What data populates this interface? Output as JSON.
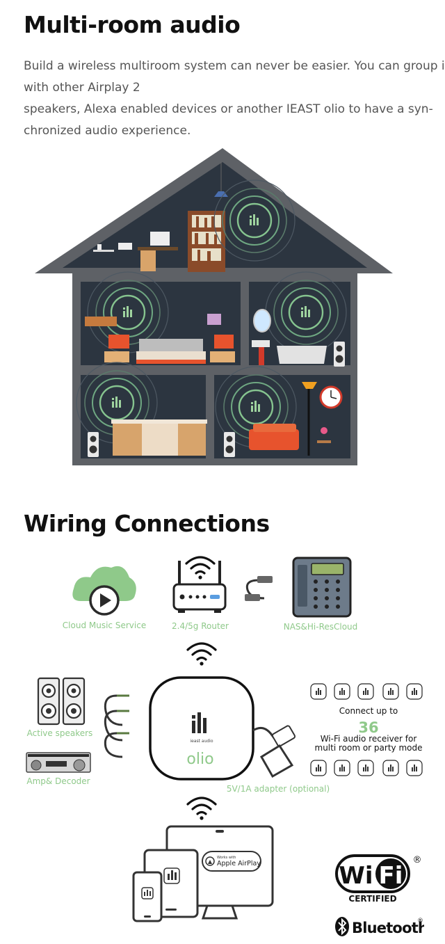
{
  "sections": {
    "multiroom": {
      "title": "Multi-room audio",
      "intro_lines": [
        "Build a wireless multiroom system can never be easier. You can group it",
        "with other Airplay 2",
        "speakers, Alexa enabled devices or another IEAST olio to have a syn-",
        "chronized audio experience."
      ]
    },
    "wiring": {
      "title": "Wiring Connections",
      "labels": {
        "cloud": "Cloud Music Service",
        "router": "2.4/5g Router",
        "nas": "NAS&Hi-ResCloud",
        "speakers": "Active speakers",
        "amp": "Amp& Decoder",
        "adapter": "5V/1A adapter (optional)",
        "connect_prefix": "Connect up to",
        "connect_count": "36",
        "connect_line1": "Wi-Fi audio receiver for",
        "connect_line2": "multi room or party mode",
        "device_brand_small": "ieast audio",
        "device_brand": "olio",
        "airplay_small": "Works with",
        "airplay": "Apple AirPlay"
      }
    }
  },
  "badges": {
    "wifi_left": "Wi",
    "wifi_right": "Fi",
    "wifi_reg": "®",
    "certified": "CERTIFIED",
    "bluetooth": "Bluetooth",
    "bluetooth_reg": "®"
  },
  "colors": {
    "accent_green": "#8fc98a",
    "house_wall": "#5e6166",
    "room_bg": "#2c3540"
  }
}
